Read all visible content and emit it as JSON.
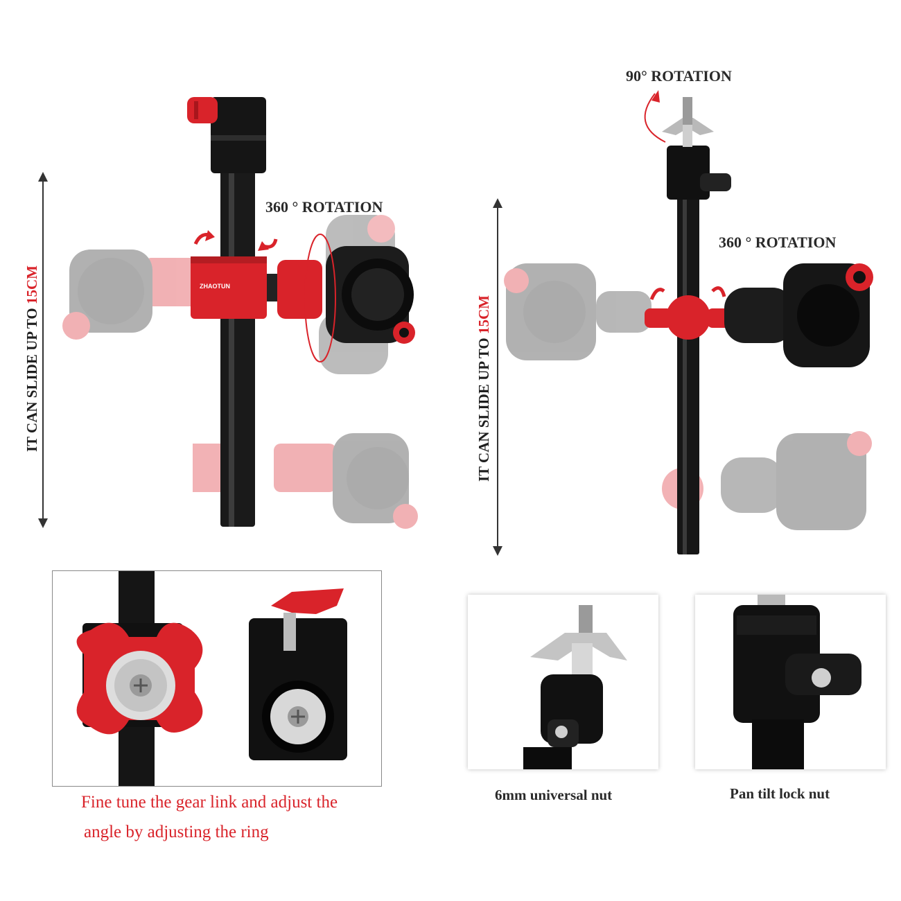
{
  "left_product": {
    "rotation_label": "360 ° ROTATION",
    "slide_label_prefix": "IT CAN SLIDE UP TO ",
    "slide_label_value": "15CM",
    "brand_mark": "ZHAOTUN"
  },
  "right_product": {
    "top_rotation_label": "90° ROTATION",
    "rotation_label": "360 ° ROTATION",
    "slide_label_prefix": "IT CAN SLIDE UP TO ",
    "slide_label_value": "15CM"
  },
  "detail_left": {
    "caption_line1": "Fine tune the gear link and adjust the",
    "caption_line2": "angle by adjusting the ring"
  },
  "detail_mid": {
    "caption": "6mm universal nut"
  },
  "detail_right": {
    "caption": "Pan tilt lock nut"
  },
  "colors": {
    "accent": "#d9232a",
    "metal": "#1a1a1a",
    "ghost": "#c8c8c8"
  }
}
